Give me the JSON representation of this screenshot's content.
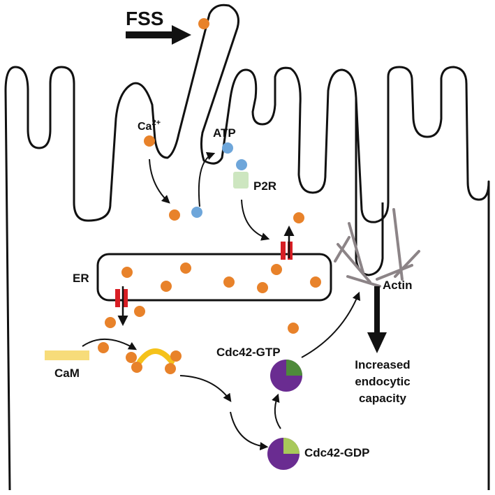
{
  "labels": {
    "fss": "FSS",
    "ca": "Ca",
    "ca_sup": "2+",
    "atp": "ATP",
    "p2r": "P2R",
    "er": "ER",
    "actin": "Actin",
    "cam": "CaM",
    "cdc42_gtp": "Cdc42-GTP",
    "cdc42_gdp": "Cdc42-GDP",
    "outcome_line1": "Increased",
    "outcome_line2": "endocytic",
    "outcome_line3": "capacity"
  },
  "colors": {
    "calcium": "#E8822A",
    "atp": "#6EA6DA",
    "receptor": "#CDE6C0",
    "channel": "#D81E24",
    "calmodulin": "#F7DC7A",
    "calmodulin_bound": "#F5C21A",
    "cdc42_body": "#6A2C91",
    "gtp_wedge": "#4E8A3B",
    "gdp_wedge": "#A8C95A",
    "actin": "#8C8487",
    "line": "#111111"
  },
  "icons": {
    "ion": "circle",
    "receptor": "rounded-rect",
    "channel": "double-bar",
    "cdc42": "pie",
    "flow": "arrow"
  }
}
